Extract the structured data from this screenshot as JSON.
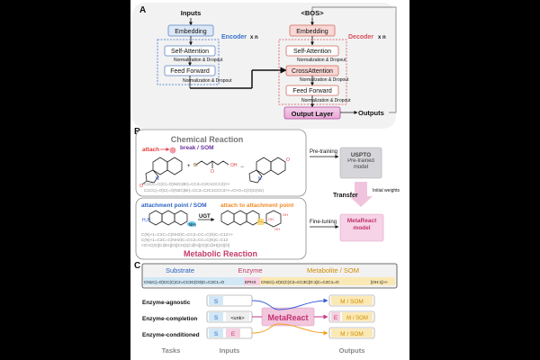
{
  "panel_a": {
    "letter": "A",
    "inputs": "Inputs",
    "bos": "<BOS>",
    "encoder": {
      "embedding": "Embedding",
      "self_attention": "Self-Attention",
      "feed_forward": "Feed Forward",
      "norm1": "Normalization & Dropout",
      "norm2": "Normalization & Dropout",
      "label": "Encoder",
      "times": "x n"
    },
    "decoder": {
      "embedding": "Embedding",
      "self_attention": "Self-Attention",
      "cross_attention": "CrossAttention",
      "feed_forward": "Feed Forward",
      "norm1": "Normalization & Dropout",
      "norm2": "Normalization & Dropout",
      "norm3": "Normalization & Dropout",
      "label": "Decoder",
      "times": "x n"
    },
    "output_layer": "Output Layer",
    "outputs": "Outputs"
  },
  "panel_b": {
    "letter": "B",
    "chemical_title": "Chemical Reaction",
    "attach": "attach",
    "break_som": "break / SOM",
    "smiles_chem_1": "C1CC=C(C(=O)N2C(Br)=CC3=C2C1CCC3)>>",
    "smiles_chem_2": "C1CC(=O)C(=O)N2C(Br)=CC3=C2C1CCC3>>=O>O=C(O)C(N1)",
    "pretraining": "Pre-training",
    "uspto": "USPTO",
    "pretrained_model": "Pre-trained model",
    "transfer": "Transfer",
    "initial_weights": "Initial weights",
    "attachment_som": "attachment point / SOM",
    "ugt": "UGT",
    "attach_to": "attach to attachment point",
    "smiles_met_1": "C(N)+1=C2C=C(NH2)C=CC2=CC=C(N)C=C12>>",
    "smiles_met_2": "C(N)+1=C2C=C(NH2)C=CC2=CC=C(N)C=C12",
    "smiles_met_3": "<O>C(O)[C@H](O)[CH]1[C@H](O)[C@H](O)[O]",
    "metabolic_title": "Metabolic Reaction",
    "finetuning": "Fine-tuning",
    "metareact_model": "MetaReact model"
  },
  "panel_c": {
    "letter": "C",
    "substrate": "Substrate",
    "enzyme": "Enzyme",
    "metabolite_som": "Metabolite / SOM",
    "seq_substrate": "CN1C(=O)CC(C)C2=CC3C(O3)C=C2C1=O",
    "seq_enzyme": "EPHX",
    "seq_metabolite": "CN1C(=O)C(C)C2=CC3C[O:1]C=C2C1=O",
    "seq_som": "[OH:1]>>",
    "tasks": [
      {
        "label": "Enzyme-agnostic",
        "in1": "S",
        "in2": "",
        "out1": "M / SOM",
        "out2": ""
      },
      {
        "label": "Enzyme-completion",
        "in1": "S",
        "in2": "<unk>",
        "out1": "E",
        "out2": "M / SOM"
      },
      {
        "label": "Enzyme-conditioned",
        "in1": "S",
        "in2": "E",
        "out1": "M / SOM",
        "out2": ""
      }
    ],
    "metareact": "MetaReact",
    "tasks_heading": "Tasks",
    "inputs_heading": "Inputs",
    "outputs_heading": "Outputs"
  }
}
